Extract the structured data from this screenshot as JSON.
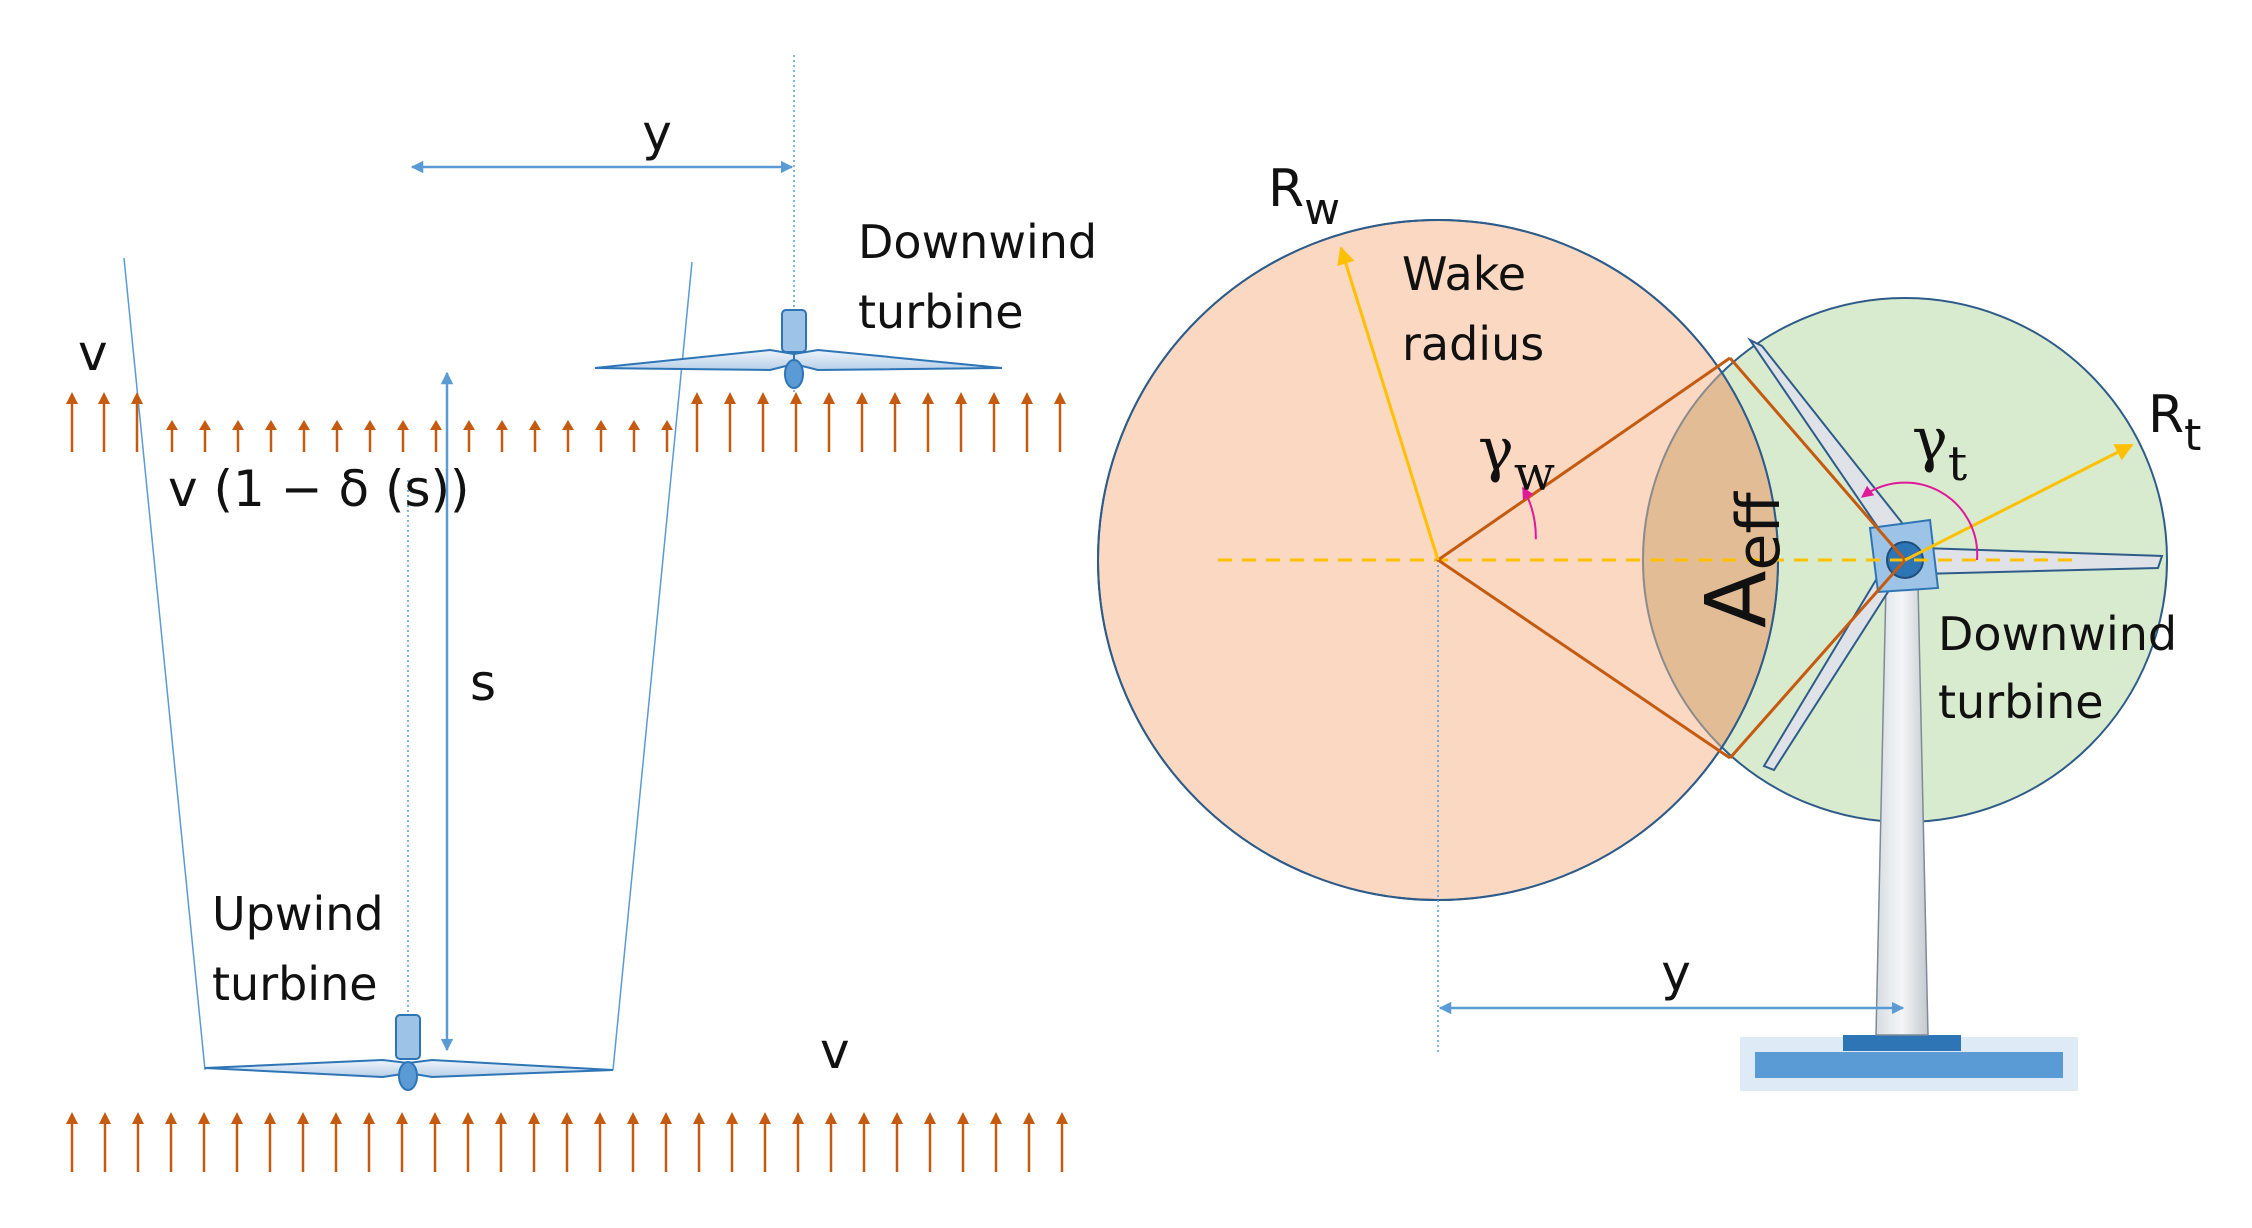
{
  "left_diagram": {
    "wind_left_label": "v",
    "wake_velocity_label": "v (1 − δ (s))",
    "separation_label": "s",
    "offset_label": "y",
    "downwind_label_line1": "Downwind",
    "downwind_label_line2": "turbine",
    "upwind_label_line1": "Upwind",
    "upwind_label_line2": "turbine",
    "wind_bottom_label": "v"
  },
  "right_diagram": {
    "wake_radius_symbol": "R",
    "wake_radius_subscript": "w",
    "wake_label_line1": "Wake",
    "wake_label_line2": "radius",
    "gamma_w_symbol": "γ",
    "gamma_w_subscript": "w",
    "gamma_t_symbol": "γ",
    "gamma_t_subscript": "t",
    "area_symbol": "A",
    "area_subscript": "eff",
    "turbine_radius_symbol": "R",
    "turbine_radius_subscript": "t",
    "downwind_label_line1": "Downwind",
    "downwind_label_line2": "turbine",
    "offset_label": "y"
  },
  "colors": {
    "arrow_orange": "#c55a11",
    "blue_line": "#5b9bd5",
    "wake_fill": "#f8cbad",
    "turbine_disc_fill": "#c5e0b4",
    "overlap_fill": "#e2b98f",
    "yellow": "#ffc000",
    "magenta": "#e0189a",
    "circle_stroke": "#2e5c8a"
  }
}
